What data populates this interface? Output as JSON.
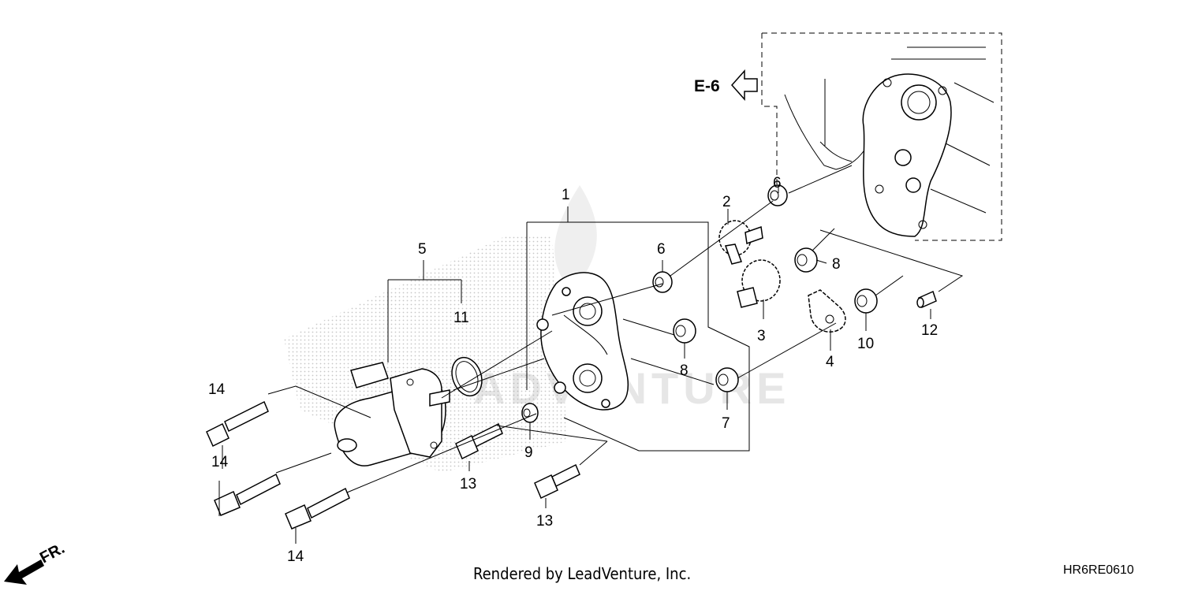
{
  "diagram": {
    "callouts": [
      "1",
      "2",
      "3",
      "4",
      "5",
      "6",
      "6",
      "7",
      "8",
      "8",
      "9",
      "10",
      "11",
      "12",
      "13",
      "13",
      "14",
      "14",
      "14"
    ],
    "reference_label": "E-6",
    "direction_label": "FR.",
    "watermark": "ADVENTURE"
  },
  "footer": {
    "rendered_by": "Rendered by LeadVenture, Inc.",
    "diagram_code": "HR6RE0610"
  }
}
